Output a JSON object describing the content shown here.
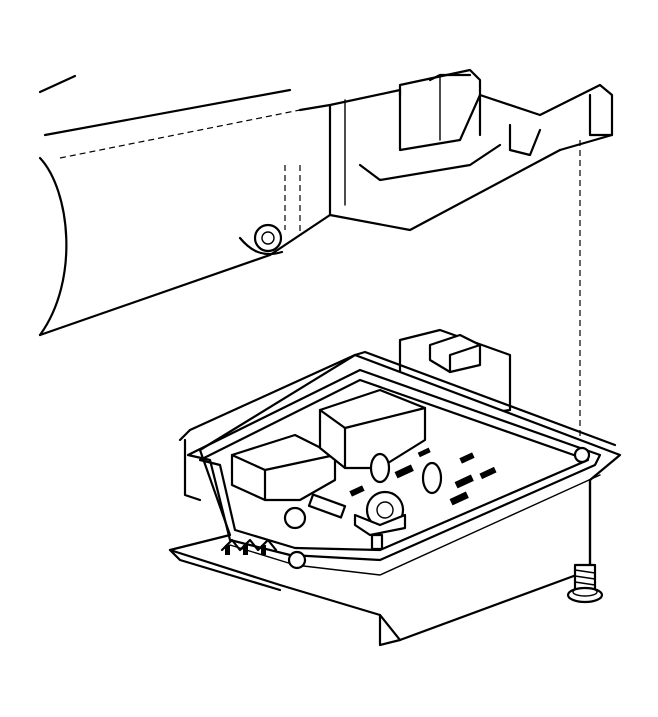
{
  "colors": {
    "line": "#000000",
    "background": "#ffffff"
  },
  "parts": [
    {
      "name": "housing-assembly"
    },
    {
      "name": "control-module"
    },
    {
      "name": "circuit-board"
    },
    {
      "name": "mounting-screw"
    }
  ]
}
